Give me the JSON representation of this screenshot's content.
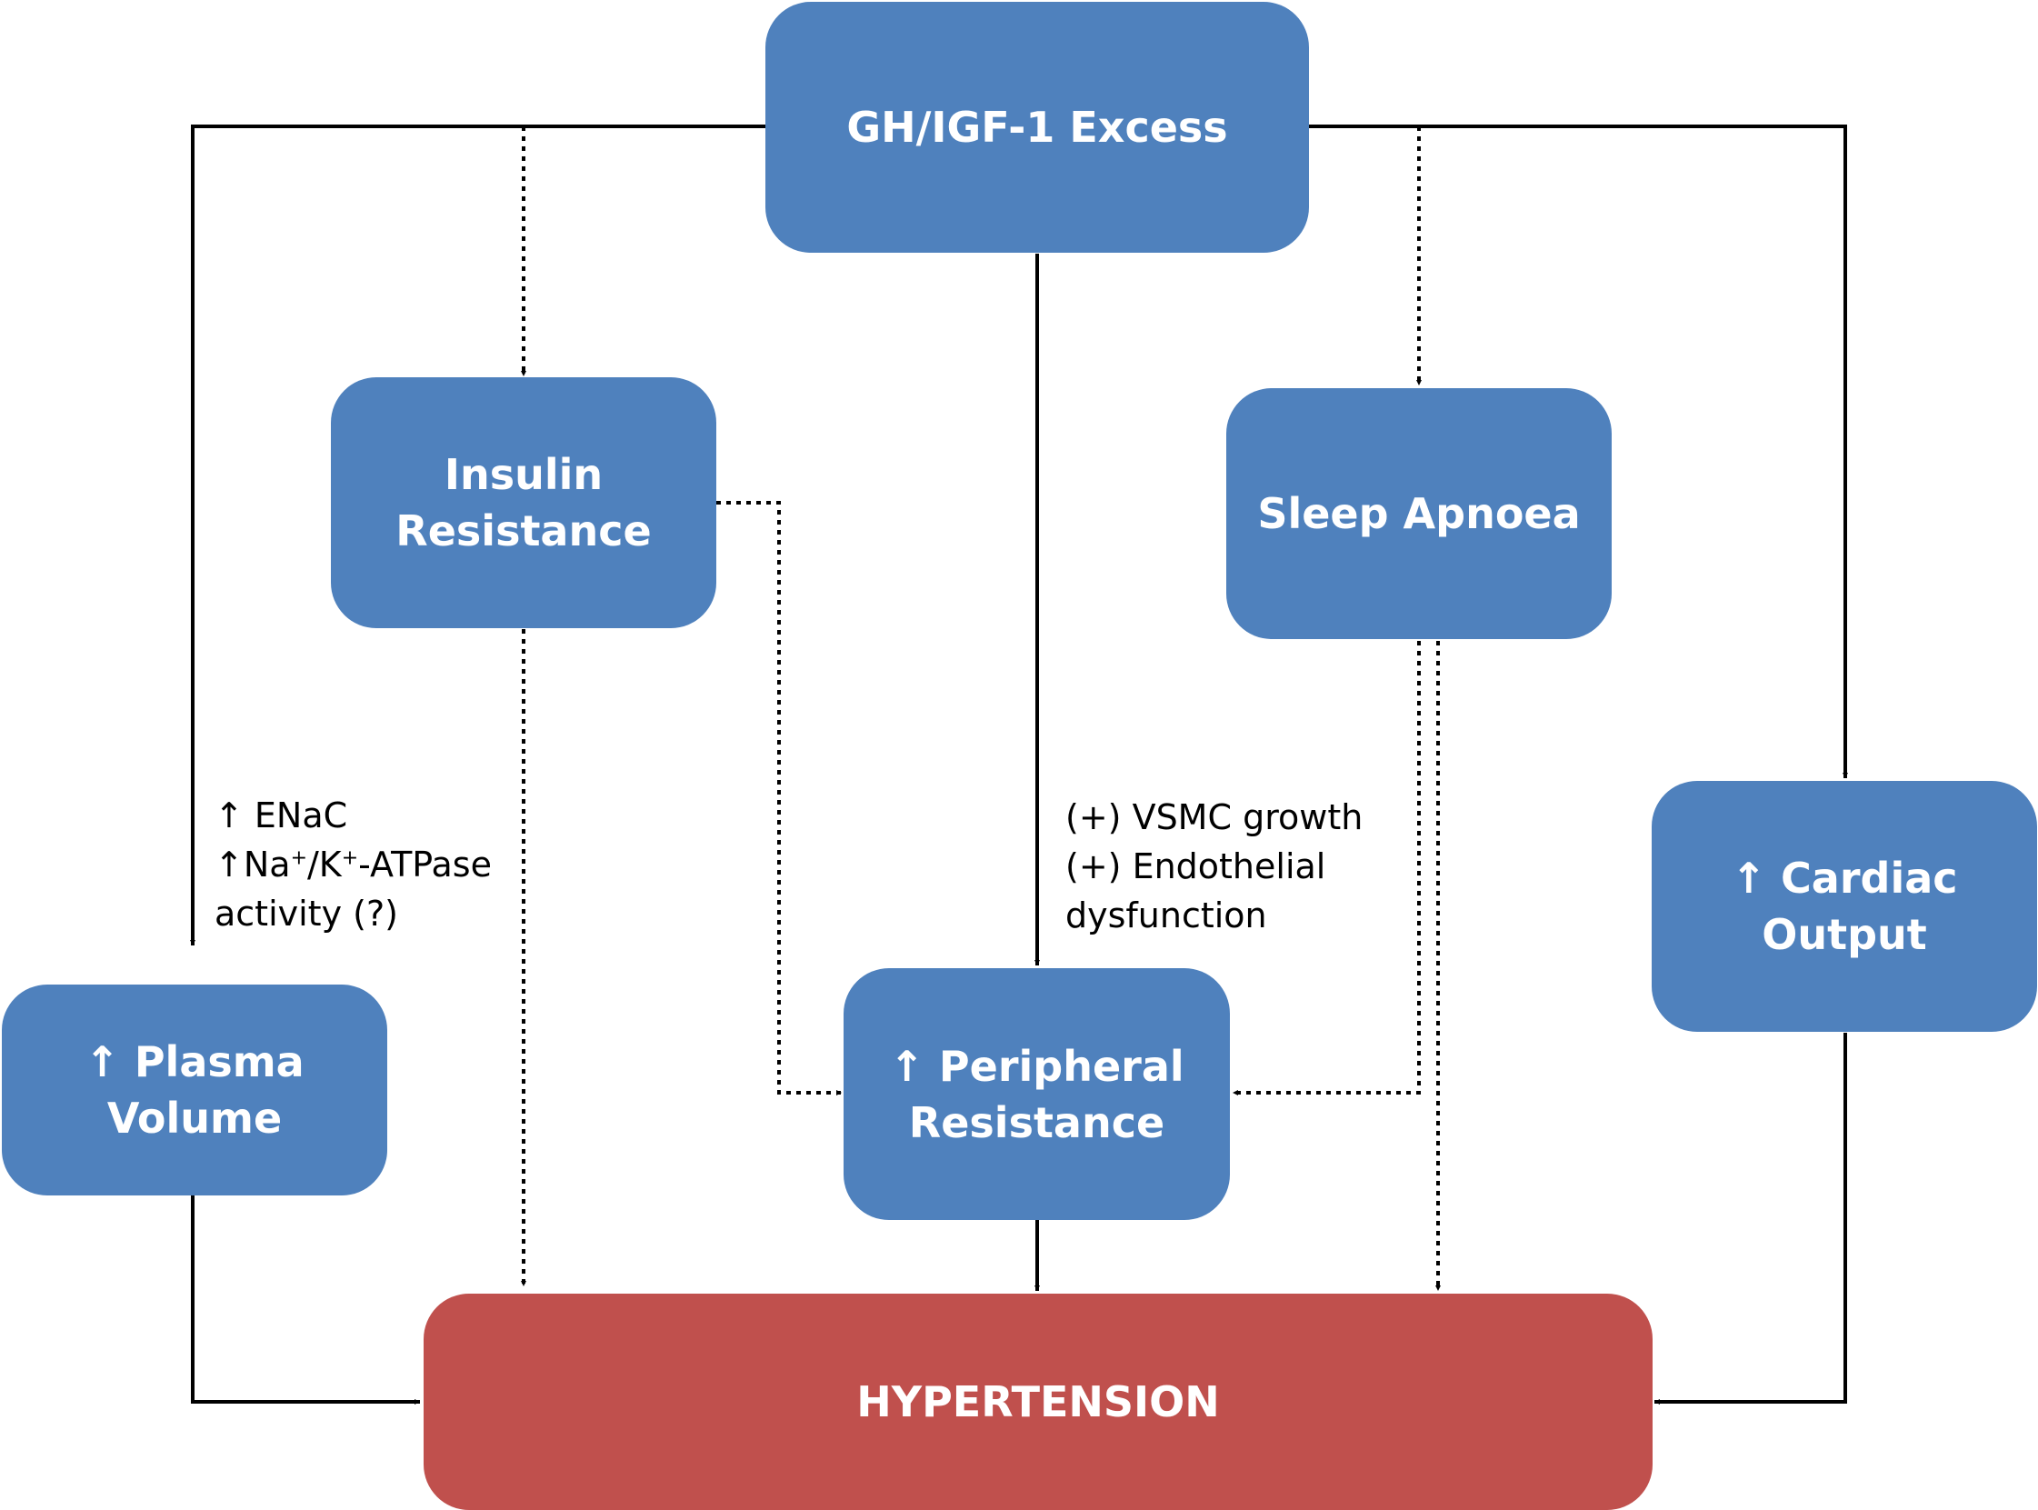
{
  "nodes": {
    "gh_excess": {
      "lines": [
        "GH/IGF-1 Excess"
      ]
    },
    "insulin_resistance": {
      "lines": [
        "Insulin",
        "Resistance"
      ]
    },
    "sleep_apnoea": {
      "lines": [
        "Sleep Apnoea"
      ]
    },
    "cardiac_output": {
      "lines": [
        "↑ Cardiac",
        "Output"
      ]
    },
    "plasma_volume": {
      "lines": [
        "↑ Plasma",
        "Volume"
      ]
    },
    "peripheral_resistance": {
      "lines": [
        "↑ Peripheral",
        "Resistance"
      ]
    },
    "hypertension": {
      "lines": [
        "HYPERTENSION"
      ]
    }
  },
  "annotations": {
    "plasma": {
      "line1": "↑ ENaC",
      "line2_pre": "↑Na",
      "line2_sup1": "+",
      "line2_mid": "/K",
      "line2_sup2": "+",
      "line2_post": "-ATPase",
      "line3": "activity (?)"
    },
    "vsmc": {
      "lines": [
        "(+) VSMC growth",
        "(+) Endothelial",
        "dysfunction"
      ]
    }
  },
  "edges": [
    {
      "from": "gh_excess",
      "to": "plasma_volume",
      "style": "solid"
    },
    {
      "from": "gh_excess",
      "to": "insulin_resistance",
      "style": "dotted"
    },
    {
      "from": "gh_excess",
      "to": "peripheral_resistance",
      "style": "solid"
    },
    {
      "from": "gh_excess",
      "to": "sleep_apnoea",
      "style": "dotted"
    },
    {
      "from": "gh_excess",
      "to": "cardiac_output",
      "style": "solid"
    },
    {
      "from": "insulin_resistance",
      "to": "peripheral_resistance",
      "style": "dotted"
    },
    {
      "from": "insulin_resistance",
      "to": "hypertension",
      "style": "dotted"
    },
    {
      "from": "sleep_apnoea",
      "to": "peripheral_resistance",
      "style": "dotted"
    },
    {
      "from": "sleep_apnoea",
      "to": "hypertension",
      "style": "dotted"
    },
    {
      "from": "plasma_volume",
      "to": "hypertension",
      "style": "solid"
    },
    {
      "from": "peripheral_resistance",
      "to": "hypertension",
      "style": "solid"
    },
    {
      "from": "cardiac_output",
      "to": "hypertension",
      "style": "solid"
    }
  ],
  "colors": {
    "node_blue": "#4f81bd",
    "node_red": "#c0504d",
    "connector": "#000000"
  }
}
